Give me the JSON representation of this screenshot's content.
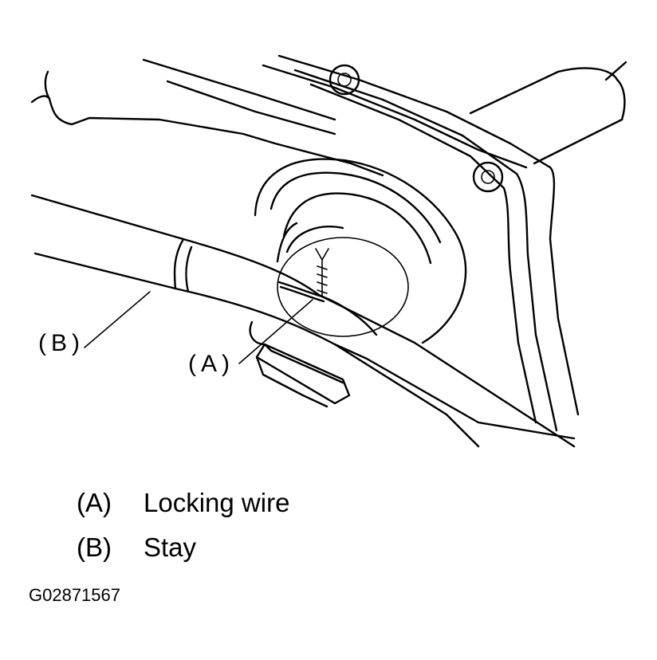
{
  "callouts": {
    "a": "(A)",
    "b": "(B)"
  },
  "legend": [
    {
      "key": "(A)",
      "text": "Locking wire"
    },
    {
      "key": "(B)",
      "text": "Stay"
    }
  ],
  "figure_id": "G02871567"
}
